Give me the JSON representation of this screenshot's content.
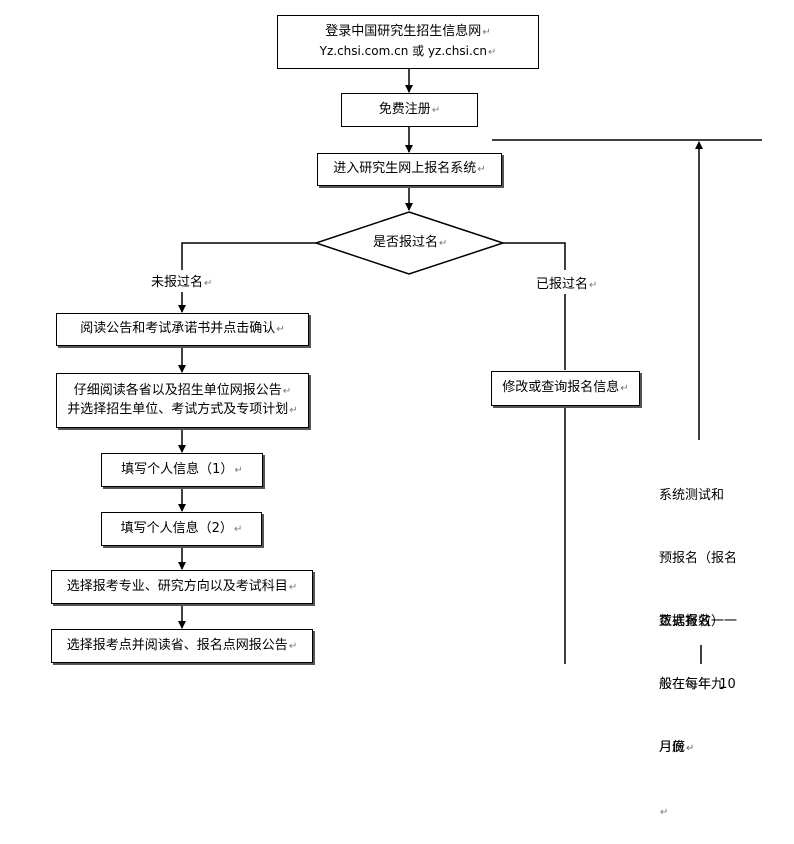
{
  "nodes": {
    "login": {
      "line1": "登录中国研究生招生信息网",
      "line2": "Yz.chsi.com.cn 或 yz.chsi.cn"
    },
    "register": "免费注册",
    "enter_system": "进入研究生网上报名系统",
    "decision": "是否报过名",
    "read_announcement": "阅读公告和考试承诺书并点击确认",
    "select_unit": {
      "line1": "仔细阅读各省以及招生单位网报公告",
      "line2": "并选择招生单位、考试方式及专项计划"
    },
    "fill_info_1": "填写个人信息（1）",
    "fill_info_2": "填写个人信息（2）",
    "select_major": "选择报考专业、研究方向以及考试科目",
    "select_site": "选择报考点并阅读省、报名点网报公告",
    "modify_query": "修改或查询报名信息"
  },
  "branches": {
    "no": "未报过名",
    "yes": "已报过名"
  },
  "side_note": {
    "lines": [
      "系统测试和",
      "预报名（报名",
      "数据有效）一",
      "般在每年九",
      "月底"
    ],
    "lines2": [
      "正式报名一",
      "般在每年  10",
      "月份"
    ]
  },
  "paragraph_mark": "↵"
}
